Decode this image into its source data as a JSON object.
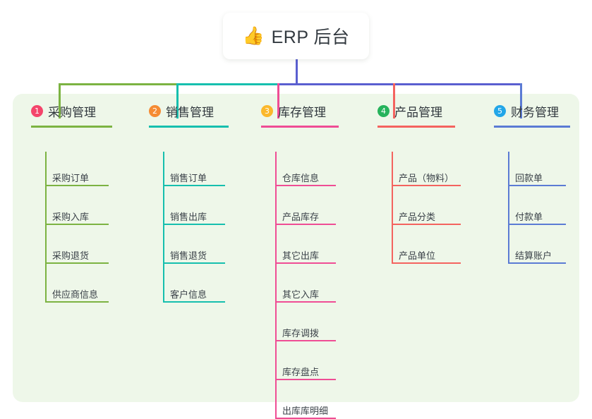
{
  "root": {
    "icon": "thumbs-up-icon",
    "emoji": "👍",
    "title": "ERP 后台"
  },
  "palette": {
    "panel_bg": "#eef7e9",
    "card_bg": "#ffffff",
    "text": "#30373d",
    "bus_left_green": "#7cb martin",
    "green": "#7cb342",
    "teal": "#16bfae",
    "pink": "#ef4d95",
    "red": "#f4635f",
    "blue": "#5b7bd4",
    "purple": "#5a5fd0",
    "badge1": "#f4456b",
    "badge2": "#f58b33",
    "badge3": "#fbb82c",
    "badge4": "#26b35c",
    "badge5": "#22a6e8"
  },
  "columns": [
    {
      "index": "1",
      "badge_color": "#f4456b",
      "line_color": "#7cb342",
      "title": "采购管理",
      "items": [
        "采购订单",
        "采购入库",
        "采购退货",
        "供应商信息"
      ]
    },
    {
      "index": "2",
      "badge_color": "#f58b33",
      "line_color": "#16bfae",
      "title": "销售管理",
      "items": [
        "销售订单",
        "销售出库",
        "销售退货",
        "客户信息"
      ]
    },
    {
      "index": "3",
      "badge_color": "#fbb82c",
      "line_color": "#ef4d95",
      "title": "库存管理",
      "items": [
        "仓库信息",
        "产品库存",
        "其它出库",
        "其它入库",
        "库存调拨",
        "库存盘点",
        "出库库明细"
      ]
    },
    {
      "index": "4",
      "badge_color": "#26b35c",
      "line_color": "#f4635f",
      "title": "产品管理",
      "items": [
        "产品（物料）",
        "产品分类",
        "产品单位"
      ]
    },
    {
      "index": "5",
      "badge_color": "#22a6e8",
      "line_color": "#5b7bd4",
      "title": "财务管理",
      "items": [
        "回款单",
        "付款单",
        "结算账户"
      ]
    }
  ]
}
